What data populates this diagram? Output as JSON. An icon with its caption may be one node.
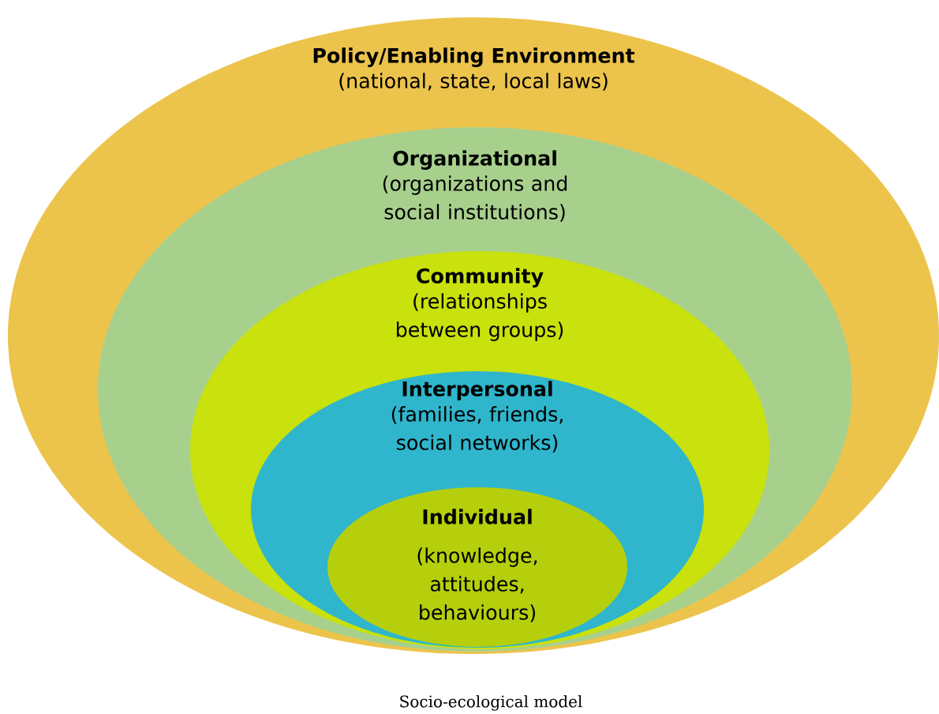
{
  "diagram": {
    "caption": "Socio-ecological model",
    "nodes": [
      {
        "text": [
          "Policy/Enabling Environment",
          "(national, state, local laws)"
        ]
      },
      {
        "text": [
          "Organizational",
          "(organizations and social institutions)"
        ],
        "in": 0
      },
      {
        "text": [
          "Community",
          "(relationships between groups)"
        ],
        "in": 1
      },
      {
        "text": [
          "Interpersonal",
          "(families, friends, social networks)"
        ],
        "in": 2
      },
      {
        "text": [
          "Individual",
          "(knowledge, attitudes, behaviours)"
        ],
        "in": 3
      }
    ]
  }
}
